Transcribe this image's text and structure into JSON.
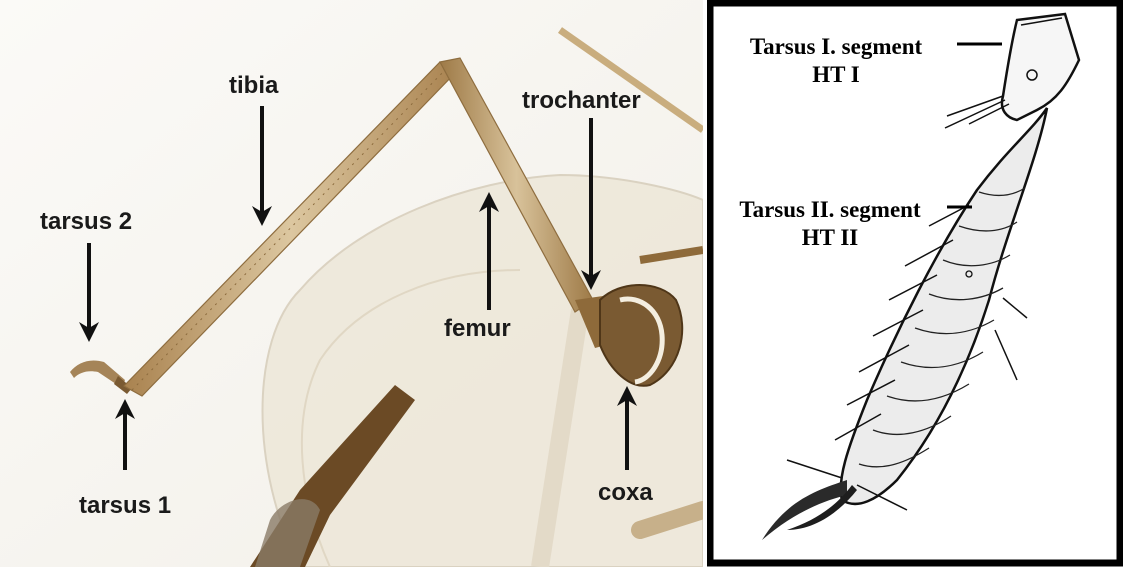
{
  "left_photo": {
    "labels": {
      "tibia": "tibia",
      "trochanter": "trochanter",
      "tarsus2": "tarsus 2",
      "femur": "femur",
      "tarsus1": "tarsus 1",
      "coxa": "coxa"
    }
  },
  "right_drawing": {
    "labels": {
      "tarsus1_line1": "Tarsus I. segment",
      "tarsus1_line2": "HT I",
      "tarsus2_line1": "Tarsus II. segment",
      "tarsus2_line2": "HT II"
    }
  },
  "colors": {
    "leg": "#b79562",
    "leg_dark": "#6b4a25",
    "body_fill": "#efe8d8",
    "frame": "#000000"
  }
}
